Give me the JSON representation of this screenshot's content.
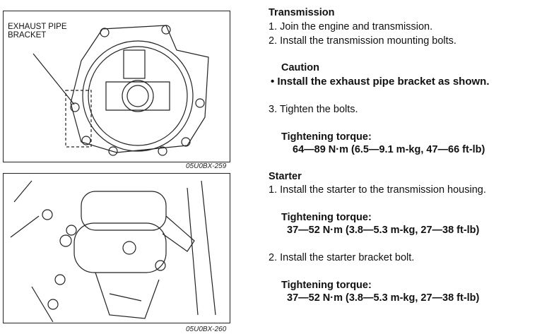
{
  "figures": [
    {
      "label_line1": "EXHAUST PIPE",
      "label_line2": "BRACKET",
      "caption": "05U0BX-259"
    },
    {
      "caption": "05U0BX-260"
    }
  ],
  "transmission": {
    "heading": "Transmission",
    "step1": "1. Join the engine and transmission.",
    "step2": "2. Install the transmission mounting bolts.",
    "caution_heading": "Caution",
    "caution_text": "•  Install the exhaust pipe bracket as shown.",
    "step3": "3. Tighten the bolts.",
    "torque_label": "Tightening torque:",
    "torque_value": "64—89 N·m (6.5—9.1 m-kg, 47—66 ft-lb)"
  },
  "starter": {
    "heading": "Starter",
    "step1": "1. Install the starter to the transmission housing.",
    "torque1_label": "Tightening torque:",
    "torque1_value": "37—52 N·m (3.8—5.3 m-kg, 27—38 ft-lb)",
    "step2": "2. Install the starter bracket bolt.",
    "torque2_label": "Tightening torque:",
    "torque2_value": "37—52 N·m (3.8—5.3 m-kg, 27—38 ft-lb)"
  }
}
